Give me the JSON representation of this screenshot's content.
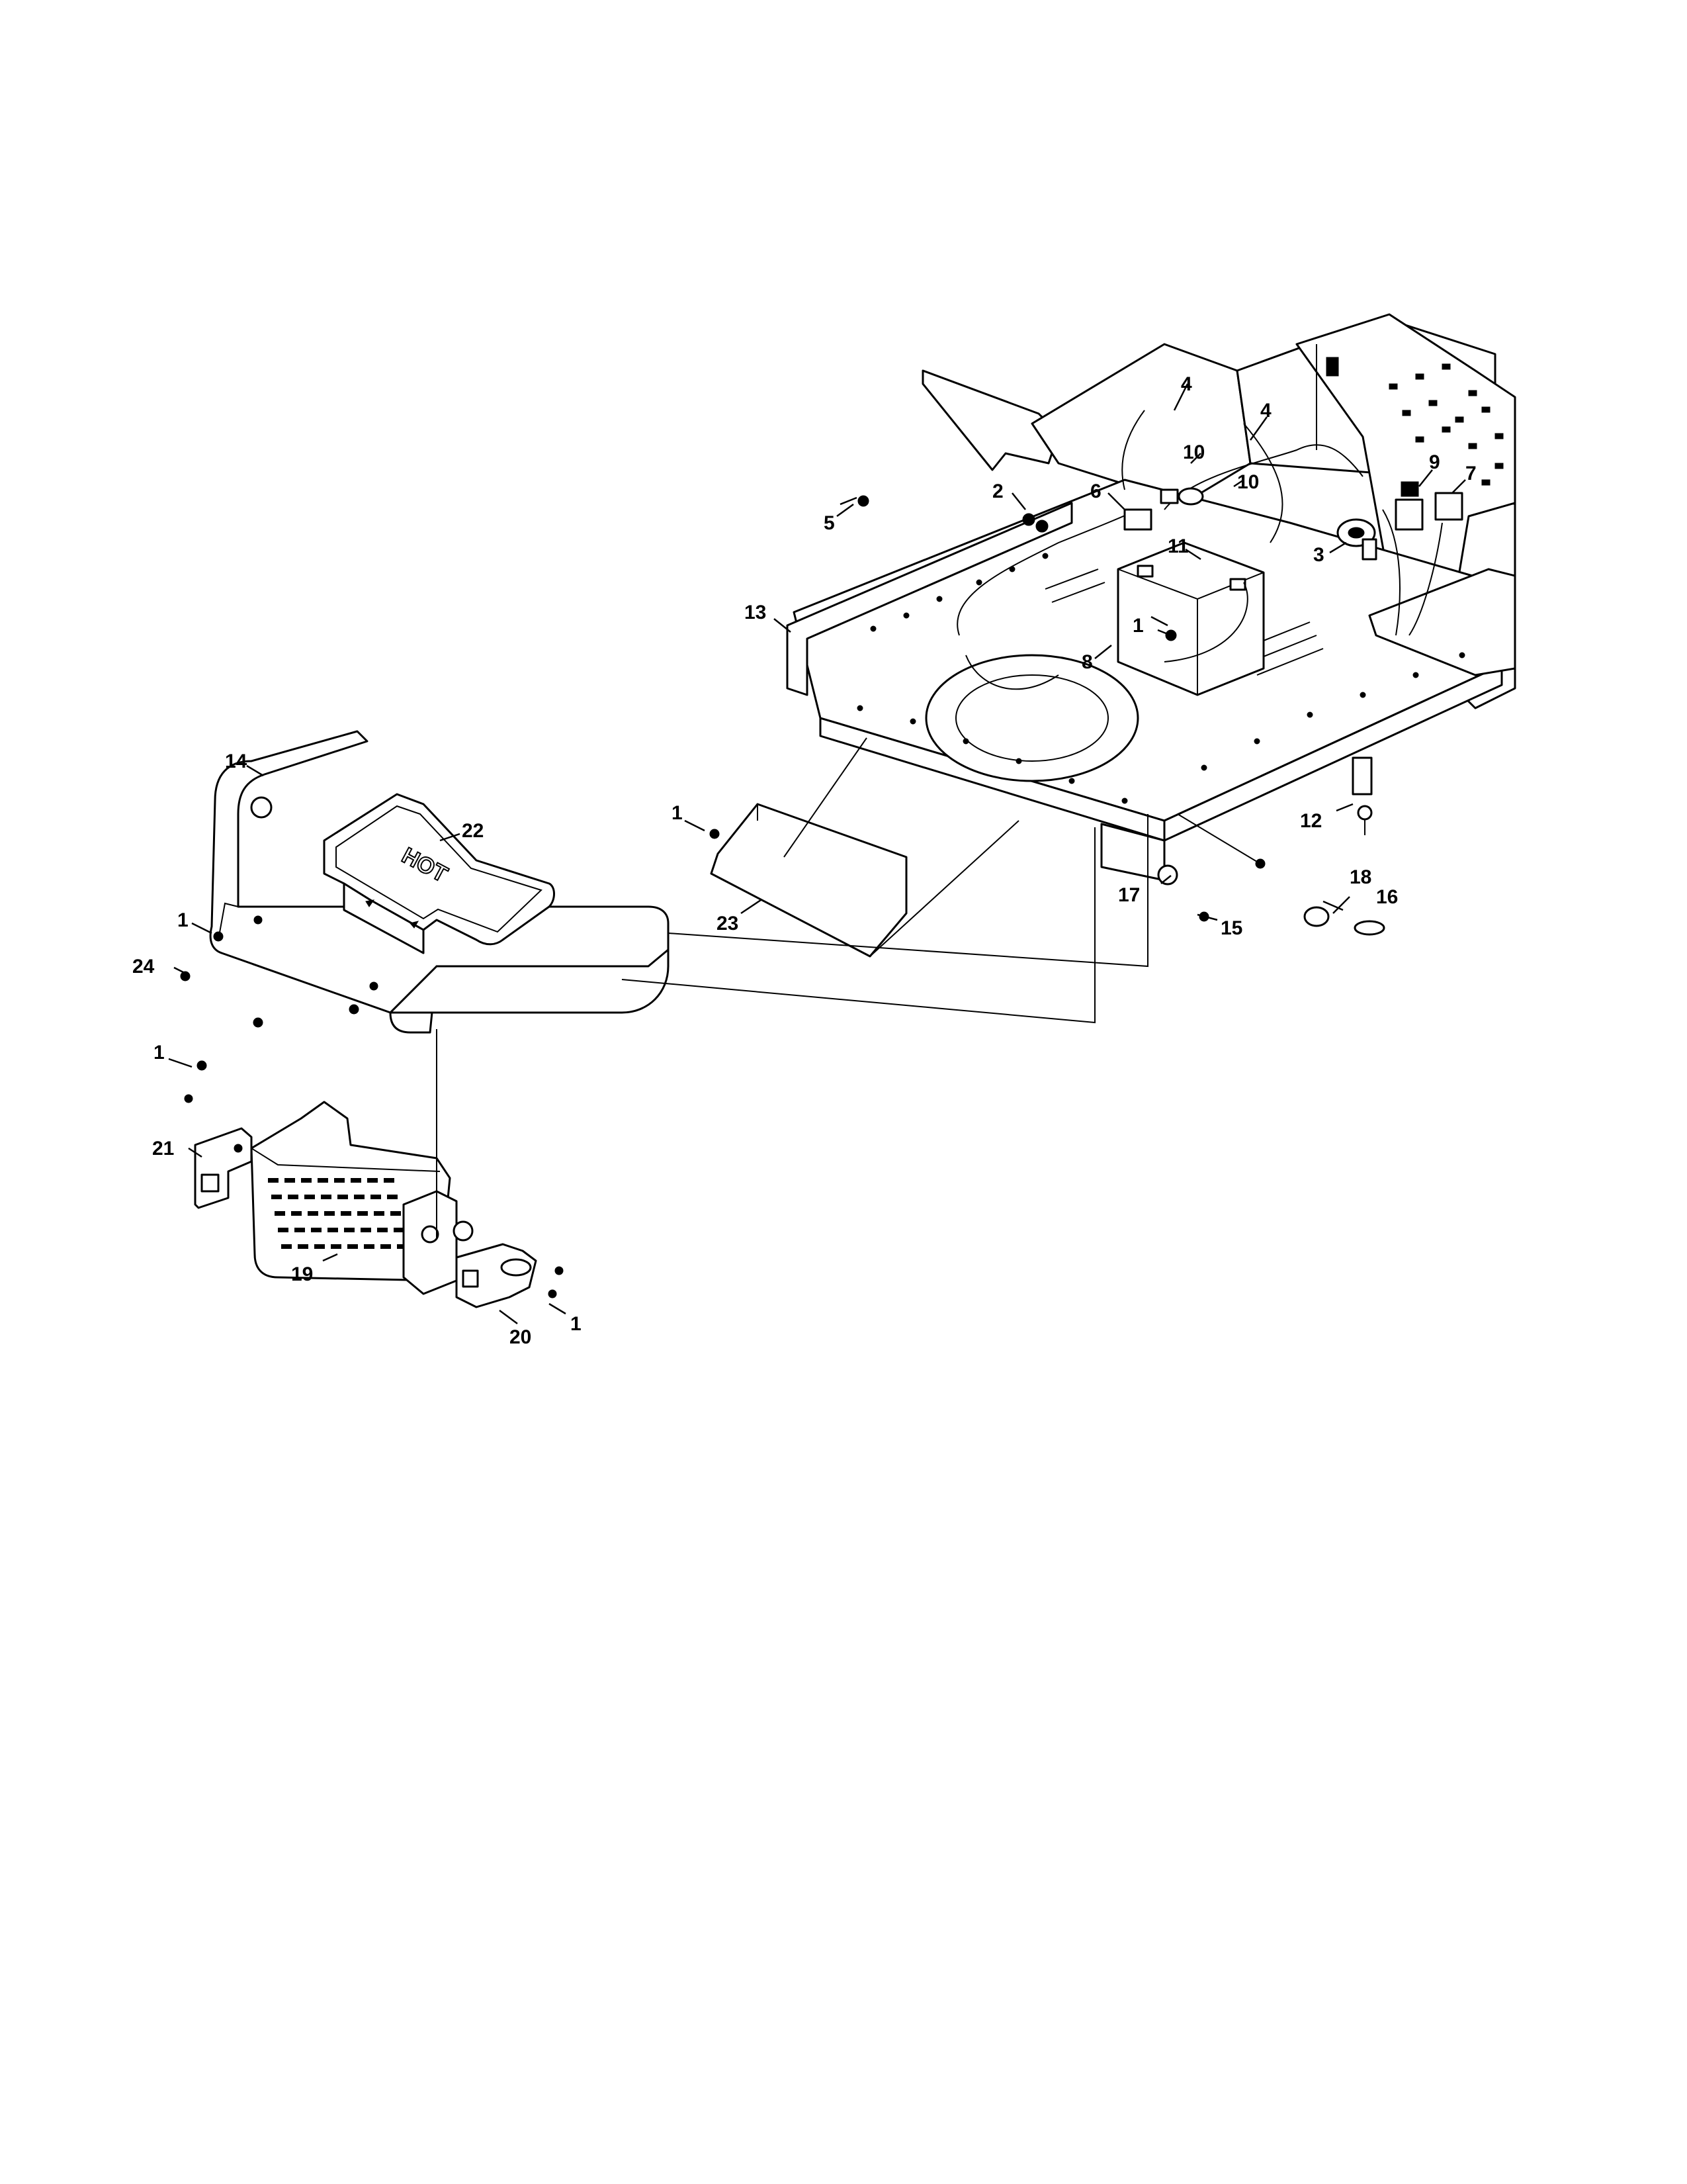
{
  "diagram": {
    "hot_label": "HOT",
    "callouts": {
      "c1_a": "1",
      "c1_b": "1",
      "c1_c": "1",
      "c1_d": "1",
      "c1_e": "1",
      "c2": "2",
      "c3": "3",
      "c4_a": "4",
      "c4_b": "4",
      "c5": "5",
      "c6": "6",
      "c7": "7",
      "c8": "8",
      "c9": "9",
      "c10_a": "10",
      "c10_b": "10",
      "c11": "11",
      "c12": "12",
      "c13": "13",
      "c14": "14",
      "c15": "15",
      "c16": "16",
      "c17": "17",
      "c18": "18",
      "c19": "19",
      "c20": "20",
      "c21": "21",
      "c22": "22",
      "c23": "23",
      "c24": "24"
    }
  }
}
